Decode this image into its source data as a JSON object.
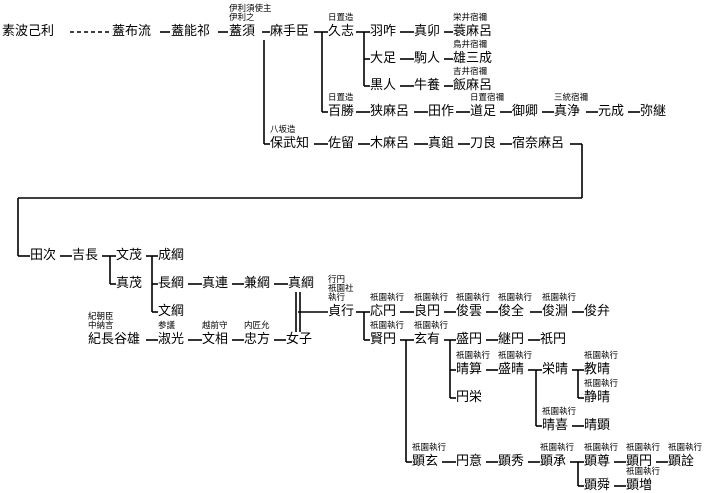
{
  "people": [
    {
      "id": "sobakori",
      "name": "素波己利"
    },
    {
      "id": "kafuru",
      "name": "蓋布流"
    },
    {
      "id": "kanoki",
      "name": "蓋能祁"
    },
    {
      "id": "kasu",
      "name": "蓋須",
      "title": "伊利須使主\n伊利之"
    },
    {
      "id": "matomi",
      "name": "麻手臣"
    },
    {
      "id": "kushi",
      "name": "久志",
      "title": "日置造"
    },
    {
      "id": "hatsu",
      "name": "羽咋"
    },
    {
      "id": "maboshi",
      "name": "真卯"
    },
    {
      "id": "kafumaro",
      "name": "蓑麻呂",
      "title": "栄井宿禰"
    },
    {
      "id": "otari",
      "name": "大足"
    },
    {
      "id": "komahito",
      "name": "駒人"
    },
    {
      "id": "omi",
      "name": "雄三成",
      "title": "鳥井宿禰"
    },
    {
      "id": "kurohito",
      "name": "黒人"
    },
    {
      "id": "ushikai",
      "name": "牛養"
    },
    {
      "id": "iimaro",
      "name": "飯麻呂",
      "title": "吉井宿禰"
    },
    {
      "id": "momokatsu",
      "name": "百勝",
      "title": "日置造"
    },
    {
      "id": "kamaro",
      "name": "狭麻呂"
    },
    {
      "id": "tatsukuri",
      "name": "田作"
    },
    {
      "id": "michitari",
      "name": "道足",
      "title": "日置宿禰"
    },
    {
      "id": "mikyo",
      "name": "御卿"
    },
    {
      "id": "majo",
      "name": "真浄",
      "title": "三統宿禰"
    },
    {
      "id": "gensei",
      "name": "元成"
    },
    {
      "id": "miyaki",
      "name": "弥継"
    },
    {
      "id": "hobuchi",
      "name": "保武知",
      "title": "八坂造"
    },
    {
      "id": "saru",
      "name": "佐留"
    },
    {
      "id": "kimaro",
      "name": "木麻呂"
    },
    {
      "id": "makuwa",
      "name": "真鉏"
    },
    {
      "id": "tora",
      "name": "刀良"
    },
    {
      "id": "sukunamaro",
      "name": "宿奈麻呂"
    },
    {
      "id": "taji",
      "name": "田次"
    },
    {
      "id": "yoshinaga",
      "name": "吉長"
    },
    {
      "id": "bunmo",
      "name": "文茂"
    },
    {
      "id": "seiko",
      "name": "成綱"
    },
    {
      "id": "shinmo",
      "name": "真茂"
    },
    {
      "id": "chokou",
      "name": "長綱"
    },
    {
      "id": "shinren",
      "name": "真連"
    },
    {
      "id": "kenko",
      "name": "兼綱"
    },
    {
      "id": "shinko",
      "name": "真綱"
    },
    {
      "id": "bunko",
      "name": "文綱"
    },
    {
      "id": "kinaga",
      "name": "紀長谷雄",
      "title": "紀朝臣\n中納言"
    },
    {
      "id": "shukuko",
      "name": "淑光",
      "title": "参議"
    },
    {
      "id": "bunso",
      "name": "文相",
      "title": "越前守"
    },
    {
      "id": "chuho",
      "name": "忠方",
      "title": "内匠允"
    },
    {
      "id": "onnako",
      "name": "女子"
    },
    {
      "id": "sadayuki",
      "name": "貞行",
      "title": "行円\n祇園社\n執行"
    },
    {
      "id": "oen",
      "name": "応円",
      "title": "祇園執行"
    },
    {
      "id": "ryoen",
      "name": "良円",
      "title": "祇園執行"
    },
    {
      "id": "shunun",
      "name": "俊雲",
      "title": "祇園執行"
    },
    {
      "id": "shunzen",
      "name": "俊全",
      "title": "祇園執行"
    },
    {
      "id": "shunen",
      "name": "俊淵",
      "title": "祇園執行"
    },
    {
      "id": "shunben",
      "name": "俊弁"
    },
    {
      "id": "kenen",
      "name": "賢円",
      "title": "祇園執行"
    },
    {
      "id": "genyu",
      "name": "玄有",
      "title": "祇園執行"
    },
    {
      "id": "seien",
      "name": "盛円"
    },
    {
      "id": "keien",
      "name": "継円"
    },
    {
      "id": "gion",
      "name": "祇円"
    },
    {
      "id": "seisan",
      "name": "晴算",
      "title": "祇園執行"
    },
    {
      "id": "seisei",
      "name": "盛晴",
      "title": "祇園執行"
    },
    {
      "id": "eisei",
      "name": "栄晴"
    },
    {
      "id": "kyosei",
      "name": "教晴",
      "title": "祇園執行"
    },
    {
      "id": "jousei",
      "name": "静晴",
      "title": "祇園執行"
    },
    {
      "id": "seiki",
      "name": "晴喜",
      "title": "祇園執行"
    },
    {
      "id": "seiken",
      "name": "晴顕"
    },
    {
      "id": "enei",
      "name": "円栄"
    },
    {
      "id": "kengen",
      "name": "顕玄",
      "title": "祇園執行"
    },
    {
      "id": "eni",
      "name": "円意"
    },
    {
      "id": "kenshu",
      "name": "顕秀"
    },
    {
      "id": "kensho",
      "name": "顕承",
      "title": "祇園執行"
    },
    {
      "id": "kenson",
      "name": "顕尊",
      "title": "祇園執行"
    },
    {
      "id": "kenen2",
      "name": "顕円",
      "title": "祇園執行"
    },
    {
      "id": "kensen",
      "name": "顕詮",
      "title": "祇園執行"
    },
    {
      "id": "kenshun",
      "name": "顕舜"
    },
    {
      "id": "kenzo",
      "name": "顕増",
      "title": "祇園執行"
    }
  ]
}
